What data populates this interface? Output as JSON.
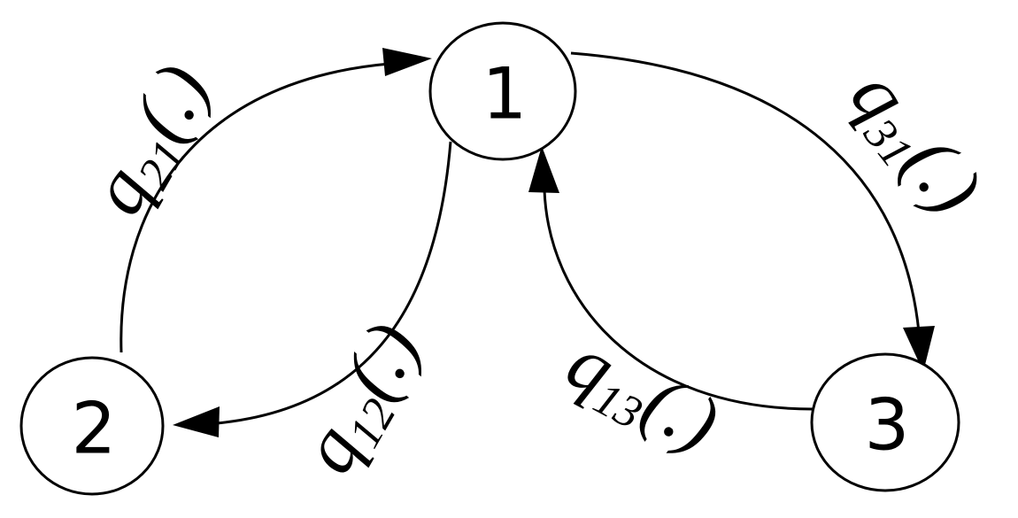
{
  "diagram": {
    "nodes": {
      "n1": "1",
      "n2": "2",
      "n3": "3"
    },
    "edges": {
      "q21": {
        "symbol": "q",
        "subscript": "21",
        "argument": "(.)"
      },
      "q12": {
        "symbol": "q",
        "subscript": "12",
        "argument": "(.)"
      },
      "q31": {
        "symbol": "q",
        "subscript": "31",
        "argument": "(.)"
      },
      "q13": {
        "symbol": "q",
        "subscript": "13",
        "argument": "(.)"
      }
    }
  }
}
